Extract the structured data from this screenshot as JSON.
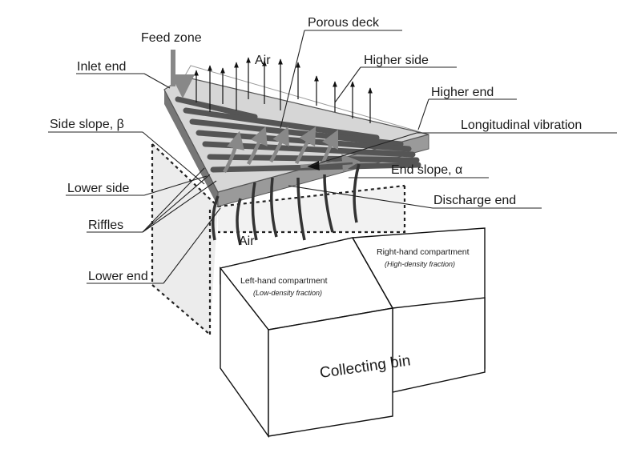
{
  "labels": {
    "feed_zone": "Feed zone",
    "porous_deck": "Porous deck",
    "air_top": "Air",
    "inlet_end": "Inlet end",
    "higher_side": "Higher side",
    "higher_end": "Higher end",
    "side_slope": "Side slope, β",
    "longitudinal_vibration": "Longitudinal vibration",
    "end_slope": "End slope, α",
    "lower_side": "Lower side",
    "discharge_end": "Discharge end",
    "riffles": "Riffles",
    "air_bottom": "Air",
    "lower_end": "Lower end"
  },
  "bin": {
    "right_compartment": "Right-hand compartment",
    "right_fraction": "(High-density fraction)",
    "left_compartment": "Left-hand compartment",
    "left_fraction": "(Low-density fraction)",
    "name": "Collecting bin"
  },
  "colors": {
    "line": "#222222",
    "deck_side": "#777777",
    "riffle": "#555555",
    "shadow": "#e6e6e6"
  }
}
